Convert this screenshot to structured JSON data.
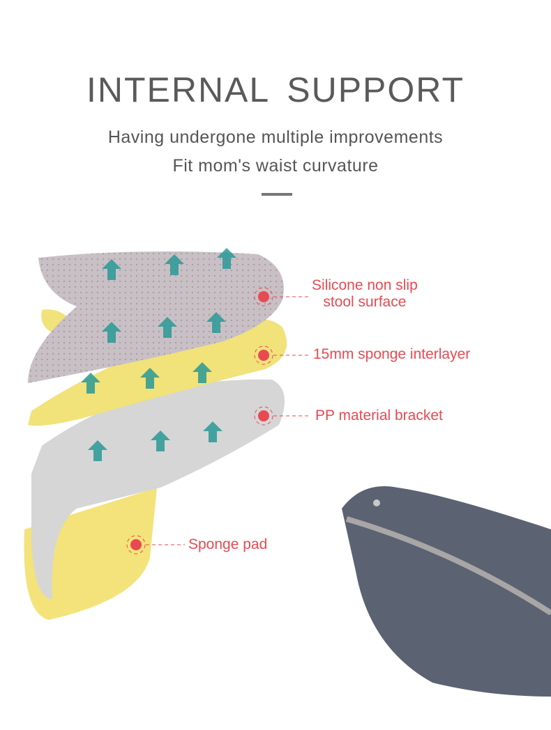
{
  "header": {
    "title": "INTERNAL  SUPPORT",
    "subtitle_line1": "Having undergone multiple improvements",
    "subtitle_line2": "Fit mom's waist curvature"
  },
  "callouts": [
    {
      "line1": "Silicone non slip",
      "line2": "stool surface"
    },
    {
      "line1": "15mm sponge interlayer"
    },
    {
      "line1": "PP material bracket"
    },
    {
      "line1": "Sponge pad"
    }
  ],
  "colors": {
    "accent": "#e84a52",
    "silicone": "#c8bfc4",
    "sponge": "#f3e37a",
    "pp": "#d2d2d2",
    "arrow": "#2a9a96",
    "fabric": "#5b6272"
  }
}
